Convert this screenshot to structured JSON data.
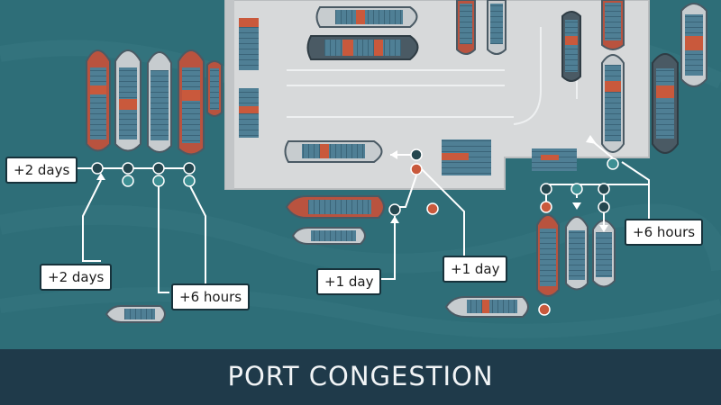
{
  "title": "PORT CONGESTION",
  "colors": {
    "water": "#2e6e78",
    "dock": "#d7d9da",
    "hull_red": "#b9533f",
    "hull_grey": "#c7cccf",
    "hull_dark": "#4a5a64",
    "container_blue": "#4f7f95",
    "container_orange": "#c9593c",
    "marker_dark": "#24474f",
    "marker_teal": "#3d8f93",
    "marker_orange": "#c9593c",
    "banner": "#1f3a4a",
    "connector": "#ffffff"
  },
  "delay_labels": [
    {
      "id": "left-queue",
      "text": "+2 days"
    },
    {
      "id": "left-branch",
      "text": "+2 days"
    },
    {
      "id": "left-short",
      "text": "+6 hours"
    },
    {
      "id": "center-left",
      "text": "+1 day"
    },
    {
      "id": "center-right",
      "text": "+1 day"
    },
    {
      "id": "right-queue",
      "text": "+6 hours"
    }
  ]
}
